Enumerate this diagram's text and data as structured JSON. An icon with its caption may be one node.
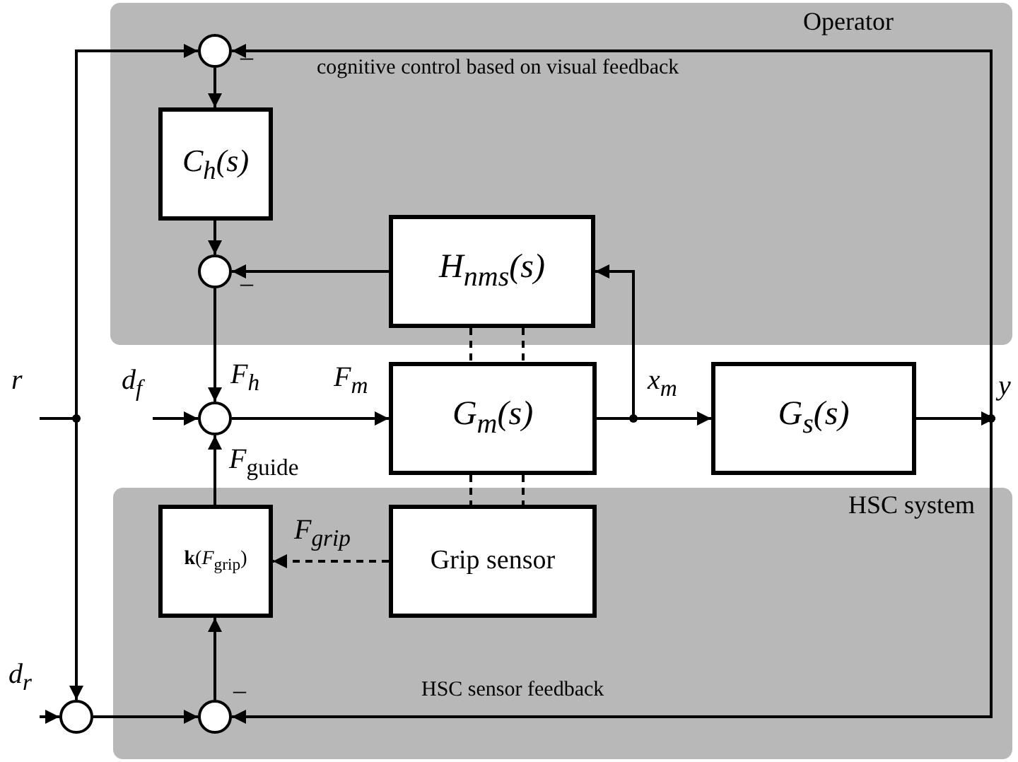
{
  "diagram": {
    "nodes": [
      {
        "text": [
          "Operator"
        ]
      },
      {
        "text": [
          "HSC system"
        ]
      },
      {
        "text": [],
        "shape": "circle",
        "in": 0
      },
      {
        "text": [
          "C$_{h}$(s)"
        ],
        "in": 0
      },
      {
        "text": [],
        "shape": "circle",
        "in": 0
      },
      {
        "text": [
          "H$_{nms}$(s)"
        ],
        "in": 0
      },
      {
        "text": [
          "r"
        ]
      },
      {
        "text": [
          "d$_{f}$"
        ]
      },
      {
        "text": [],
        "shape": "circle"
      },
      {
        "text": [
          "G$_{m}$(s)"
        ]
      },
      {
        "text": [
          "G$_{s}$(s)"
        ]
      },
      {
        "text": [
          "y"
        ]
      },
      {
        "text": [
          "**k**(*F*$_{grip}$)"
        ],
        "in": 1
      },
      {
        "text": [
          "Grip sensor"
        ],
        "in": 1
      },
      {
        "text": [
          "d$_{r}$"
        ]
      },
      {
        "text": [],
        "shape": "circle"
      },
      {
        "text": [],
        "shape": "circle",
        "in": 1
      }
    ],
    "edges": [
      {
        "from": 2,
        "to": 3,
        "arrow": "to"
      },
      {
        "from": 3,
        "to": 4,
        "arrow": "to"
      },
      {
        "from": 5,
        "to": 4,
        "arrow": "to"
      },
      {
        "from": 4,
        "to": 8,
        "arrow": "to",
        "label": "F$_{h}$"
      },
      {
        "from": 7,
        "to": 8,
        "arrow": "to"
      },
      {
        "from": 8,
        "to": 9,
        "arrow": "to",
        "label": "F$_{m}$"
      },
      {
        "from": 9,
        "to": 10,
        "arrow": "to",
        "label": "x$_{m}$"
      },
      {
        "from": 9,
        "to": 5,
        "arrow": "to"
      },
      {
        "from": 10,
        "to": 11,
        "arrow": "to"
      },
      {
        "from": 10,
        "to": 2,
        "arrow": "to"
      },
      {
        "from": 10,
        "to": 16,
        "arrow": "to"
      },
      {
        "from": 6,
        "to": 2,
        "arrow": "to"
      },
      {
        "from": 6,
        "to": 15,
        "arrow": "to"
      },
      {
        "from": 14,
        "to": 15,
        "arrow": "to"
      },
      {
        "from": 15,
        "to": 16,
        "arrow": "to"
      },
      {
        "from": 16,
        "to": 12,
        "arrow": "to"
      },
      {
        "from": 12,
        "to": 8,
        "arrow": "to",
        "label": "*F*$_{guide}$"
      },
      {
        "from": 13,
        "to": 12,
        "arrow": "to",
        "label": "F$_{grip}$",
        "style": "dashed"
      },
      {
        "from": 5,
        "to": 9,
        "arrow": "none",
        "style": "dashed"
      },
      {
        "from": 5,
        "to": 9,
        "arrow": "none",
        "style": "dashed"
      },
      {
        "from": 9,
        "to": 13,
        "arrow": "none",
        "style": "dashed"
      },
      {
        "from": 9,
        "to": 13,
        "arrow": "none",
        "style": "dashed"
      }
    ],
    "labels": [
      "–",
      "cognitive control based on visual feedback",
      "–",
      "HSC sensor feedback",
      "–"
    ]
  }
}
